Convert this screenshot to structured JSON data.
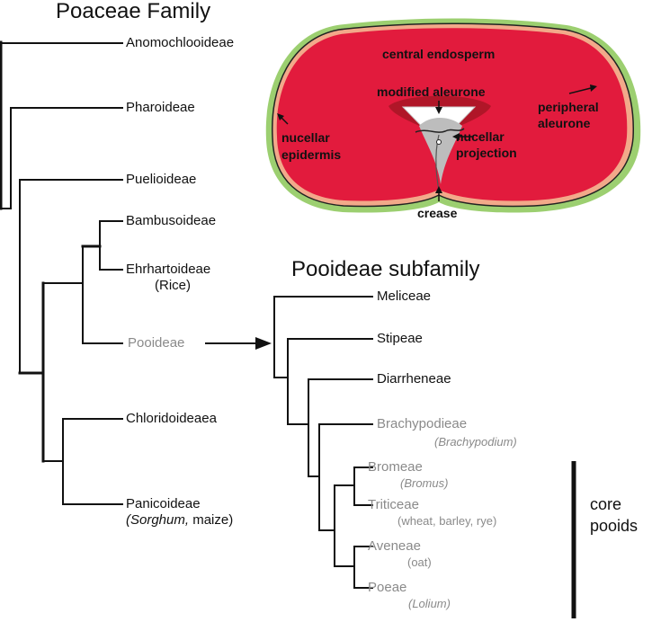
{
  "titles": {
    "family": "Poaceae Family",
    "subfamily": "Pooideae subfamily"
  },
  "poaceae_taxa": {
    "anomochlooideae": "Anomochlooideae",
    "pharoideae": "Pharoideae",
    "puelioideae": "Puelioideae",
    "bambusoideae": "Bambusoideae",
    "ehrhartoideae": "Ehrhartoideae",
    "ehrhartoideae_note": "(Rice)",
    "pooideae": "Pooideae",
    "chloridoideae": "Chloridoideaea",
    "panicoideae": "Panicoideae",
    "panicoideae_note_italic": "(Sorghum,",
    "panicoideae_note_rest": " maize)"
  },
  "pooideae_taxa": {
    "meliceae": "Meliceae",
    "stipeae": "Stipeae",
    "diarrheneae": "Diarrheneae",
    "brachypodieae": "Brachypodieae",
    "brachypodieae_note": "(Brachypodium)",
    "bromeae": "Bromeae",
    "bromeae_note": "(Bromus)",
    "triticeae": "Triticeae",
    "triticeae_note": "(wheat, barley, rye)",
    "aveneae": "Aveneae",
    "aveneae_note": "(oat)",
    "poeae": "Poeae",
    "poeae_note": "(Lolium)"
  },
  "core_pooids": {
    "line1": "core",
    "line2": "pooids"
  },
  "grain_section": {
    "central_endosperm": "central endosperm",
    "modified_aleurone": "modified aleurone",
    "peripheral_line1": "peripheral",
    "peripheral_line2": "aleurone",
    "nucellar_epidermis_line1": "nucellar",
    "nucellar_epidermis_line2": "epidermis",
    "nucellar_projection_line1": "nucellar",
    "nucellar_projection_line2": "projection",
    "crease": "crease"
  },
  "colors": {
    "endosperm": "#e21b3d",
    "pericarp_green": "#9ccf70",
    "modified_aleurone": "#b01628",
    "peach_rim": "#f2a98a",
    "grey_projection": "#bdbdbd",
    "grey_text": "#8a8a8a",
    "line": "#111111"
  }
}
